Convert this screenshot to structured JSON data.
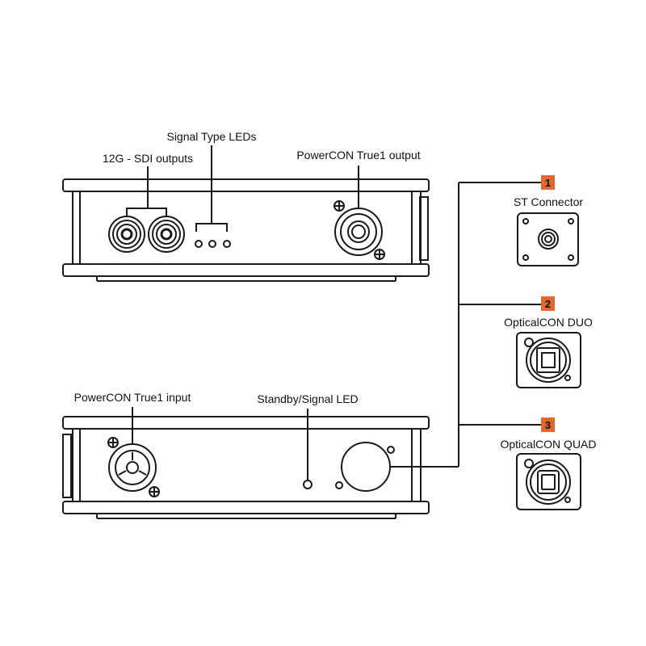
{
  "colors": {
    "line": "#1a1a1a",
    "badge": "#e2682f",
    "bg": "#ffffff"
  },
  "top_unit": {
    "label_sdi": "12G - SDI outputs",
    "label_leds": "Signal Type LEDs",
    "label_power_out": "PowerCON True1 output"
  },
  "bottom_unit": {
    "label_power_in": "PowerCON True1 input",
    "label_standby": "Standby/Signal LED"
  },
  "options": [
    {
      "number": "1",
      "label": "ST Connector",
      "icon": "st-connector-icon"
    },
    {
      "number": "2",
      "label": "OpticalCON DUO",
      "icon": "opticalcon-duo-icon"
    },
    {
      "number": "3",
      "label": "OpticalCON QUAD",
      "icon": "opticalcon-quad-icon"
    }
  ]
}
